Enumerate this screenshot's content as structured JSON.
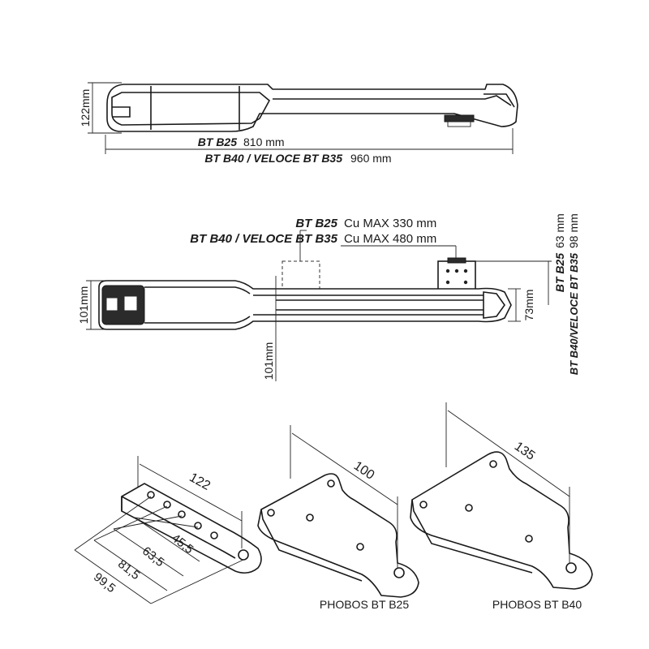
{
  "side_view": {
    "height_label": "122mm",
    "bt_b25_model": "BT B25",
    "bt_b25_length": "810 mm",
    "bt_b40_model": "BT B40 / VELOCE BT B35",
    "bt_b40_length": "960 mm"
  },
  "top_view": {
    "b25_model": "BT B25",
    "b25_travel": "Cu MAX 330 mm",
    "b40_model": "BT B40 / VELOCE BT B35",
    "b40_travel": "Cu MAX 480 mm",
    "left_height": "101mm",
    "bottom_height": "101mm",
    "right_height": "73mm",
    "offset_b25_model": "BT B25",
    "offset_b25_value": "63 mm",
    "offset_b40_model": "BT B40/VELOCE BT B35",
    "offset_b40_value": "98 mm"
  },
  "front_bracket": {
    "length": "122",
    "dim_1": "99,5",
    "dim_2": "81,5",
    "dim_3": "63,5",
    "dim_4": "45,5"
  },
  "rear_bracket_b25": {
    "dimension": "100",
    "caption": "PHOBOS BT B25"
  },
  "rear_bracket_b40": {
    "dimension": "135",
    "caption": "PHOBOS BT B40"
  }
}
